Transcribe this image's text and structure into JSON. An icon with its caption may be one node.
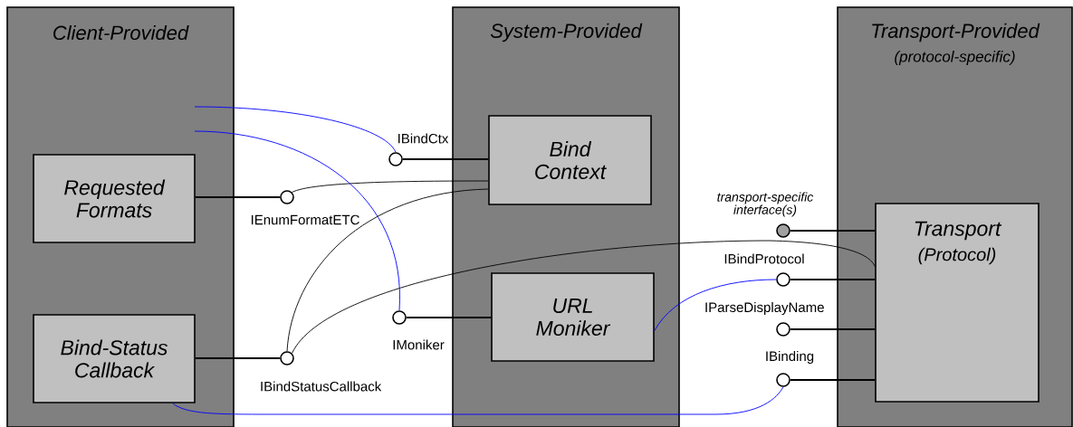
{
  "diagram": {
    "nodes": [
      {
        "text": [
          "Client-Provided"
        ]
      },
      {
        "text": [
          "System-Provided"
        ]
      },
      {
        "text": [
          "Transport-Provided",
          "(protocol-specific)"
        ]
      },
      {
        "text": [
          "Requested Formats"
        ],
        "in": 0
      },
      {
        "text": [
          "Bind-Status Callback"
        ],
        "in": 0
      },
      {
        "text": [
          "Bind Context"
        ],
        "in": 1
      },
      {
        "text": [
          "URL Moniker"
        ],
        "in": 1
      },
      {
        "text": [
          "Transport",
          "(Protocol)"
        ],
        "in": 2
      },
      {
        "text": [
          "IBindCtx"
        ]
      },
      {
        "text": [
          "IEnumFormatETC"
        ]
      },
      {
        "text": [
          "IBindStatusCallback"
        ]
      },
      {
        "text": [
          "IMoniker"
        ]
      },
      {
        "text": [
          "transport-specific interface(s)"
        ]
      },
      {
        "text": [
          "IBindProtocol"
        ]
      },
      {
        "text": [
          "IParseDisplayName"
        ]
      },
      {
        "text": [
          "IBinding"
        ]
      }
    ],
    "edges": [
      {
        "from": 3,
        "to": 9,
        "arrow": "none"
      },
      {
        "from": 4,
        "to": 10,
        "arrow": "none"
      },
      {
        "from": 5,
        "to": 8,
        "arrow": "none"
      },
      {
        "from": 6,
        "to": 11,
        "arrow": "none"
      },
      {
        "from": 7,
        "to": 12,
        "arrow": "none"
      },
      {
        "from": 7,
        "to": 13,
        "arrow": "none"
      },
      {
        "from": 7,
        "to": 14,
        "arrow": "none"
      },
      {
        "from": 7,
        "to": 15,
        "arrow": "none"
      },
      {
        "from": 9,
        "to": 5,
        "arrow": "none"
      },
      {
        "from": 10,
        "to": 5,
        "arrow": "none"
      },
      {
        "from": 10,
        "to": 7,
        "arrow": "none"
      },
      {
        "from": null,
        "to": 8,
        "arrow": "none",
        "color": "#0000ff"
      },
      {
        "from": null,
        "to": 11,
        "arrow": "none",
        "color": "#0000ff"
      },
      {
        "from": 6,
        "to": 13,
        "arrow": "none",
        "color": "#0000ff"
      },
      {
        "from": 4,
        "to": 15,
        "arrow": "none",
        "color": "#0000ff"
      }
    ]
  }
}
